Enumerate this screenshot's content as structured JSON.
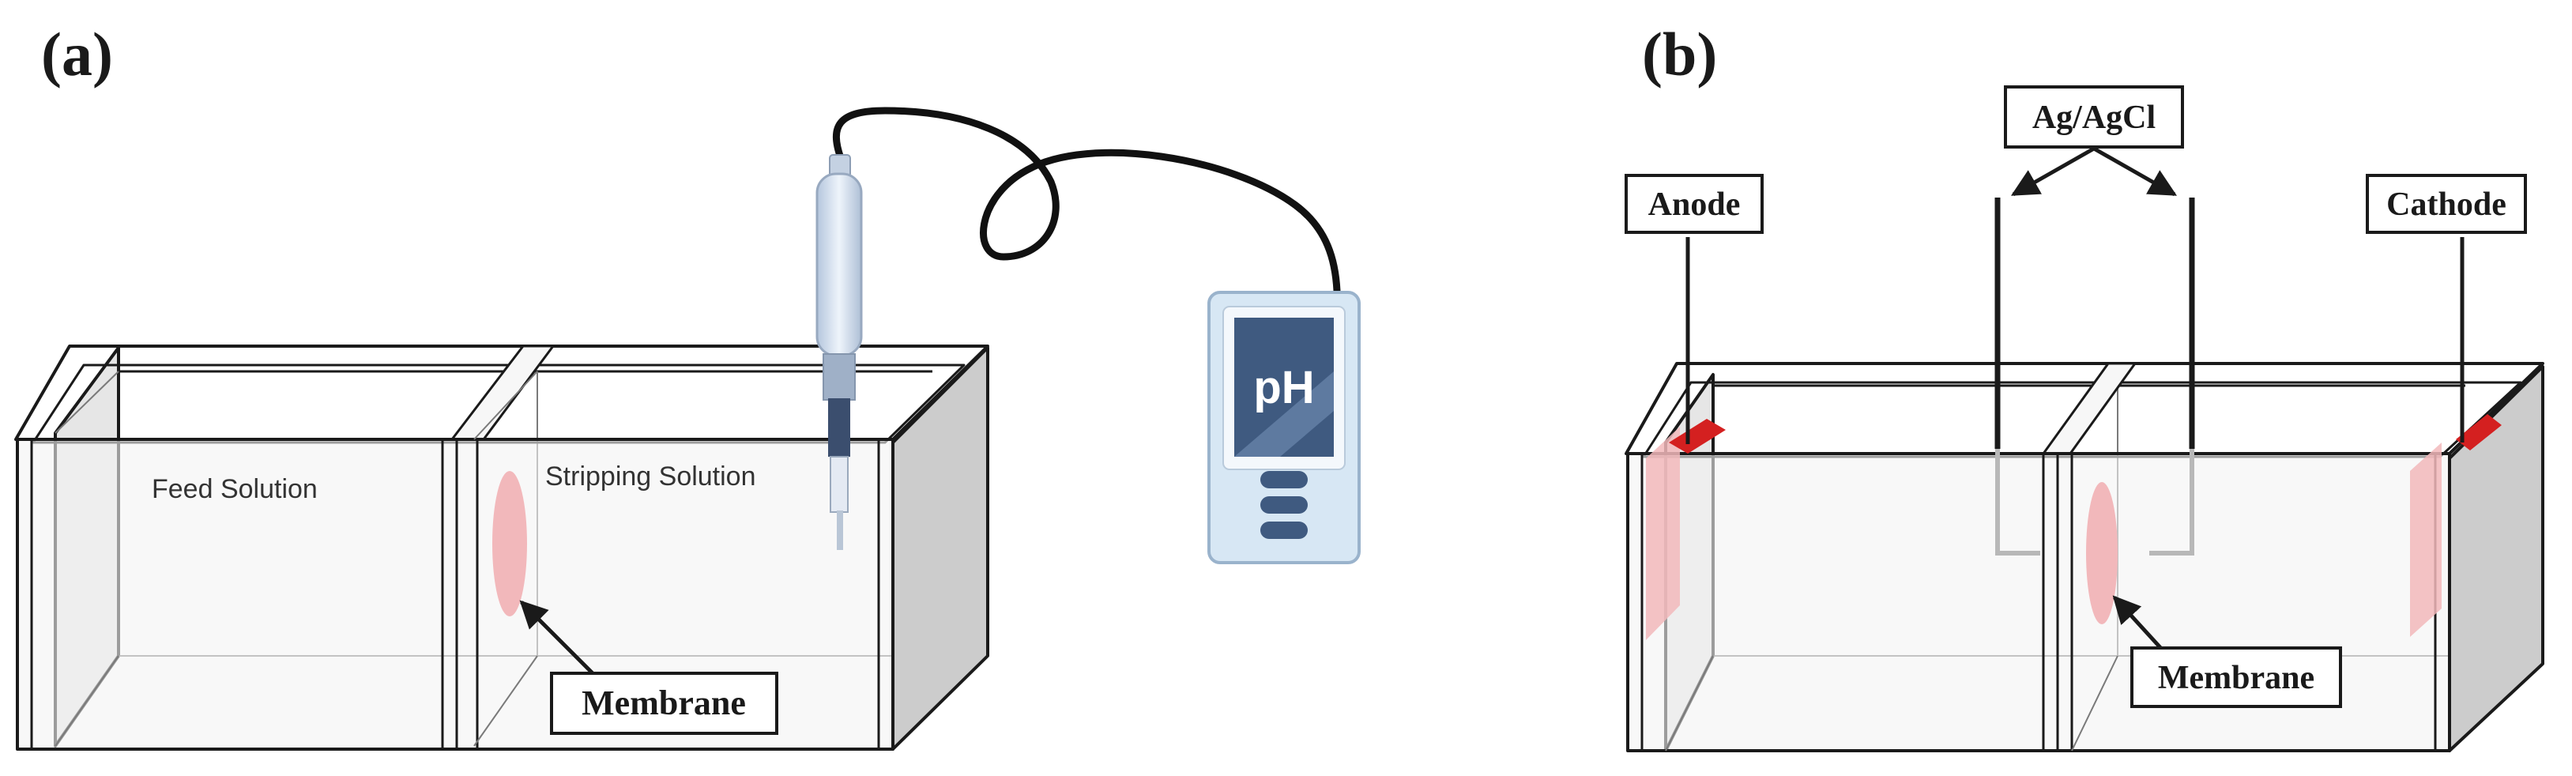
{
  "figure": {
    "panel_a": {
      "label": "(a)",
      "feed_text": "Feed Solution",
      "stripping_text": "Stripping Solution",
      "membrane_label": "Membrane",
      "meter_display": "pH"
    },
    "panel_b": {
      "label": "(b)",
      "anode_label": "Anode",
      "cathode_label": "Cathode",
      "reference_label": "Ag/AgCl",
      "membrane_label": "Membrane"
    }
  },
  "colors": {
    "outline": "#1a1a1a",
    "side_wall": "#cccccc",
    "glass": "#f3f3f3",
    "membrane": "#f2b8bb",
    "electrode_top": "#d42020",
    "meter_body": "#d7e7f4",
    "meter_screen": "#3f5a80"
  },
  "icons": {
    "meter": "ph-meter-icon",
    "probe": "ph-probe-icon",
    "arrow": "arrow-icon"
  }
}
